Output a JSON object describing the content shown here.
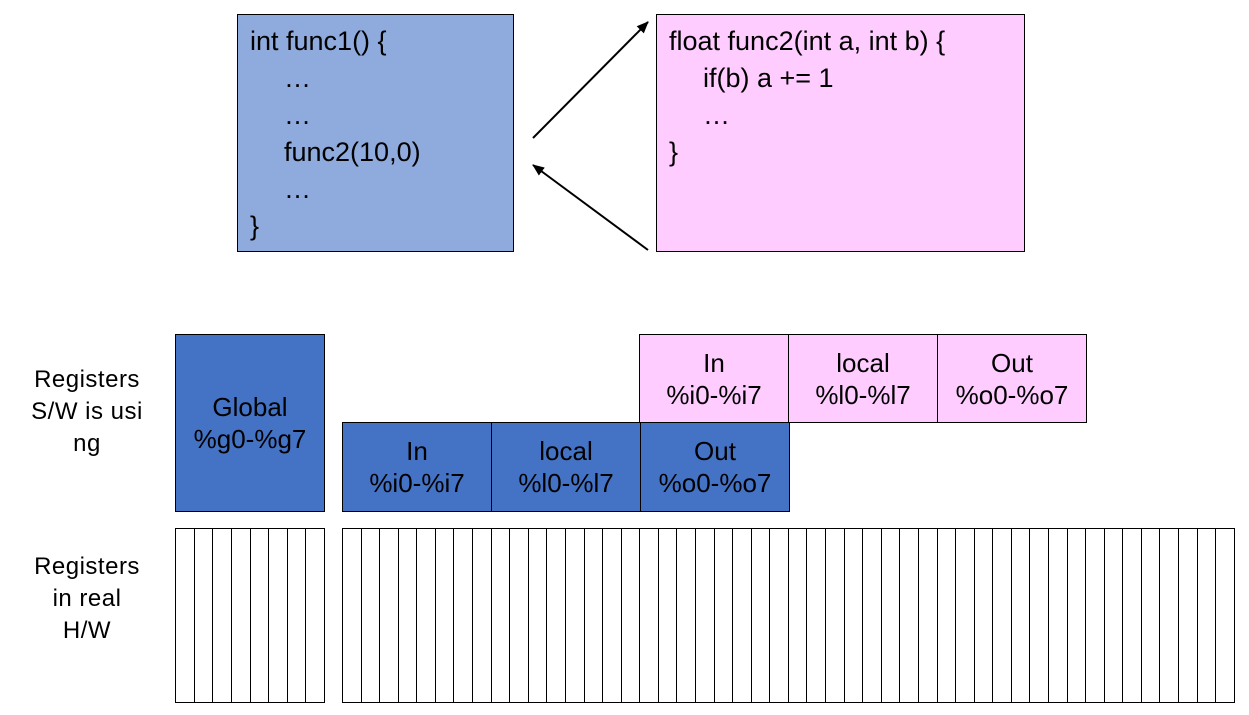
{
  "func1": {
    "lines": [
      {
        "text": "int func1() {",
        "indent": false
      },
      {
        "text": "…",
        "indent": true
      },
      {
        "text": "…",
        "indent": true
      },
      {
        "text": "func2(10,0)",
        "indent": true
      },
      {
        "text": "…",
        "indent": true
      },
      {
        "text": "}",
        "indent": false
      }
    ],
    "color": "#8faadc"
  },
  "func2": {
    "lines": [
      {
        "text": "float func2(int a, int b) {",
        "indent": false
      },
      {
        "text": "if(b) a += 1",
        "indent": true
      },
      {
        "text": "…",
        "indent": true
      },
      {
        "text": "}",
        "indent": false
      }
    ],
    "color": "#ffccff"
  },
  "labels": {
    "sw": [
      "Registers",
      "S/W is usi",
      "ng"
    ],
    "hw": [
      "Registers",
      "in real",
      "H/W"
    ]
  },
  "global": {
    "name": "Global",
    "range": "%g0-%g7",
    "color": "#4472c4"
  },
  "window1": [
    {
      "name": "In",
      "range": "%i0-%i7"
    },
    {
      "name": "local",
      "range": "%l0-%l7"
    },
    {
      "name": "Out",
      "range": "%o0-%o7"
    }
  ],
  "window2": [
    {
      "name": "In",
      "range": "%i0-%i7"
    },
    {
      "name": "local",
      "range": "%l0-%l7"
    },
    {
      "name": "Out",
      "range": "%o0-%o7"
    }
  ],
  "colors": {
    "blue": "#4472c4",
    "pink": "#ffccff",
    "lightblue": "#8faadc"
  },
  "hardware": {
    "global_cells": 8,
    "window_cells": 48
  }
}
